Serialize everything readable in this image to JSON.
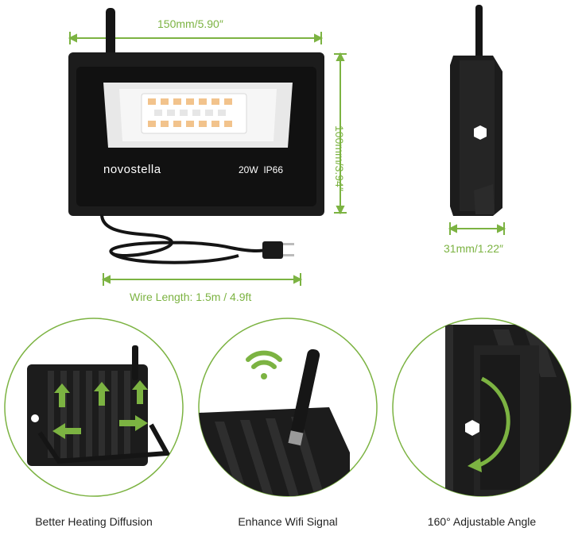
{
  "product": {
    "brand": "novostella",
    "spec": "20W  IP66"
  },
  "dimensions": {
    "width": "150mm/5.90″",
    "height": "100mm/3.94″",
    "depth": "31mm/1.22″",
    "wire": "Wire Length: 1.5m / 4.9ft"
  },
  "features": [
    {
      "caption": "Better Heating Diffusion"
    },
    {
      "caption": "Enhance Wifi Signal"
    },
    {
      "caption": "160° Adjustable Angle"
    }
  ],
  "colors": {
    "accent_green": "#7cb342",
    "body_black": "#1c1c1c",
    "led_warm": "#f2c38c",
    "led_cool": "#ffffff"
  }
}
